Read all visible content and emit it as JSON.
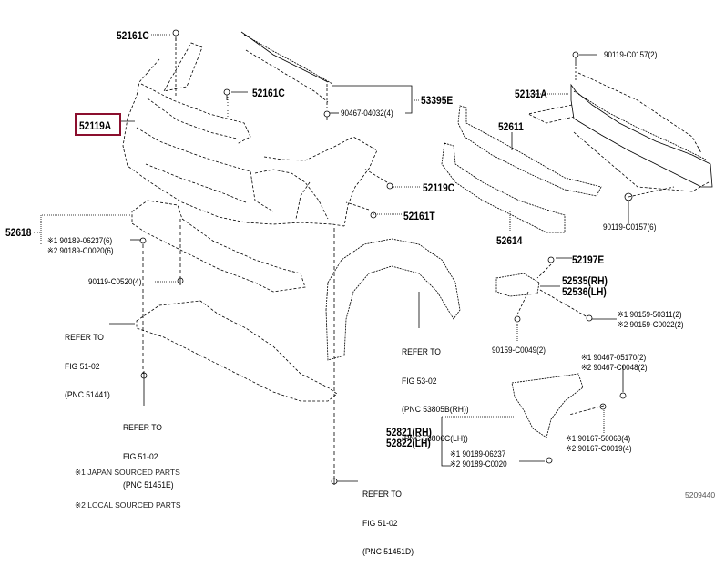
{
  "diagram": {
    "type": "parts-exploded-view",
    "subject": "Front bumper and bumper cover",
    "highlight_color": "#8b0f2e",
    "line_color": "#000000",
    "figure_code": "5209440"
  },
  "callouts": {
    "c52161C_top": "52161C",
    "c52119A": "52119A",
    "c52161C_mid": "52161C",
    "c53395E": "53395E",
    "c90467_04032": "90467-04032(4)",
    "c90119_C0157_2": "90119-C0157(2)",
    "c52131A": "52131A",
    "c52611": "52611",
    "c52119C": "52119C",
    "c52161T": "52161T",
    "c52614": "52614",
    "c90119_C0157_6": "90119-C0157(6)",
    "c52618": "52618",
    "c90189_06237_6": "※1 90189-06237(6)",
    "c90189_C0020_6": "※2 90189-C0020(6)",
    "c90119_C0520": "90119-C0520(4)",
    "c52197E": "52197E",
    "c52535": "52535(RH)",
    "c52536": "52536(LH)",
    "c90159_50311": "※1 90159-50311(2)",
    "c90159_C0022": "※2 90159-C0022(2)",
    "c90159_C0049": "90159-C0049(2)",
    "c90467_05170": "※1 90467-05170(2)",
    "c90467_C0048": "※2 90467-C0048(2)",
    "c90167_50063": "※1 90167-50063(4)",
    "c90167_C0019": "※2 90167-C0019(4)",
    "c52821": "52821(RH)",
    "c52822": "52822(LH)",
    "c90189_06237": "※1 90189-06237",
    "c90189_C0020": "※2 90189-C0020"
  },
  "references": {
    "ref_51441": [
      "REFER TO",
      "FIG 51-02",
      "(PNC 51441)"
    ],
    "ref_51451E": [
      "REFER TO",
      "FIG 51-02",
      "(PNC 51451E)"
    ],
    "ref_51451D": [
      "REFER TO",
      "FIG 51-02",
      "(PNC 51451D)"
    ],
    "ref_53805": [
      "REFER TO",
      "FIG 53-02",
      "(PNC 53805B(RH))",
      "(PNC 53806C(LH))"
    ]
  },
  "legend": {
    "note1": "※1 JAPAN SOURCED PARTS",
    "note2": "※2 LOCAL SOURCED PARTS"
  }
}
